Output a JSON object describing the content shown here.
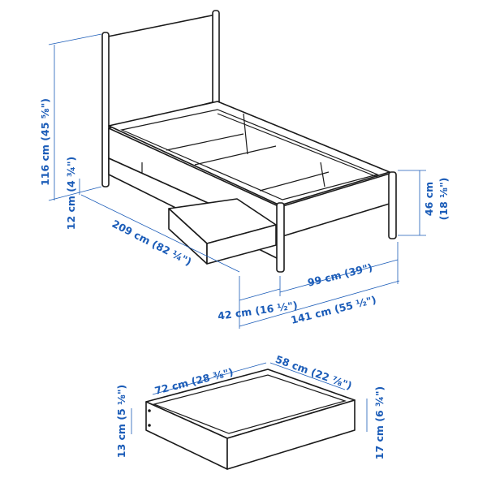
{
  "colors": {
    "dimension": "#1b5cb8",
    "line": "#1a1a1a",
    "background": "#ffffff"
  },
  "bed": {
    "height_total": "116 cm (45 ⅝\")",
    "clearance": "12 cm (4 ¾\")",
    "length": "209 cm (82 ¼\")",
    "footboard_height_cm": "46 cm",
    "footboard_height_in": "(18 ⅛\")",
    "width": "99 cm (39\")",
    "drawer_extension": "42 cm (16 ½\")",
    "width_with_drawer": "141 cm (55 ½\")"
  },
  "drawer": {
    "length": "72 cm (28 ⅜\")",
    "depth": "58 cm (22 ⅞\")",
    "height_back": "13 cm (5 ⅛\")",
    "height_front": "17 cm (6 ¾\")"
  }
}
